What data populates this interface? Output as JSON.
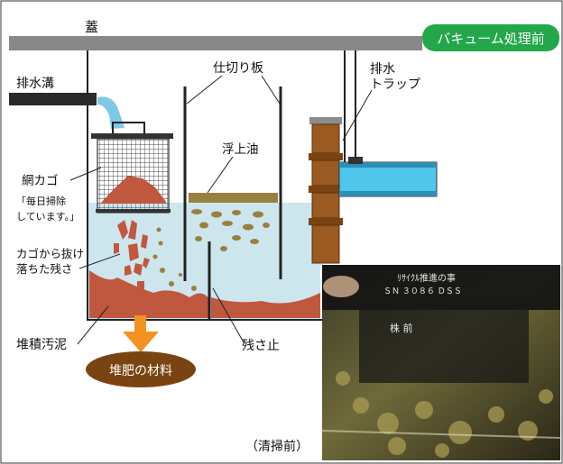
{
  "badge": {
    "label": "バキューム処理前",
    "color": "#22a84a"
  },
  "labels": {
    "lid": "蓋",
    "drain_channel": "排水溝",
    "partition": "仕切り板",
    "drain_trap_line1": "排水",
    "drain_trap_line2": "トラップ",
    "floating_oil": "浮上油",
    "basket": "網カゴ",
    "basket_note_line1": "「毎日掃除",
    "basket_note_line2": "しています。」",
    "fallen_debris_line1": "カゴから抜け",
    "fallen_debris_line2": "落ちた残さ",
    "sludge": "堆積汚泥",
    "debris_stop": "残さ止",
    "compost": "堆肥の材料",
    "before_cleaning": "（清掃前）"
  },
  "photo": {
    "board_text_line1": "ﾘｻｲｸﾙ推進の事",
    "board_text_line2": "ＳＮ ３０８６ ＤＳＳ",
    "board_text_line3": "株 前"
  },
  "colors": {
    "water": "#cde6ee",
    "sludge": "#c0573f",
    "oil": "#9a8040",
    "trap": "#9a5a22",
    "pipe": "#4fc6ec",
    "lid": "#888888",
    "compost": "#7a4412",
    "arrow": "#f39121"
  }
}
